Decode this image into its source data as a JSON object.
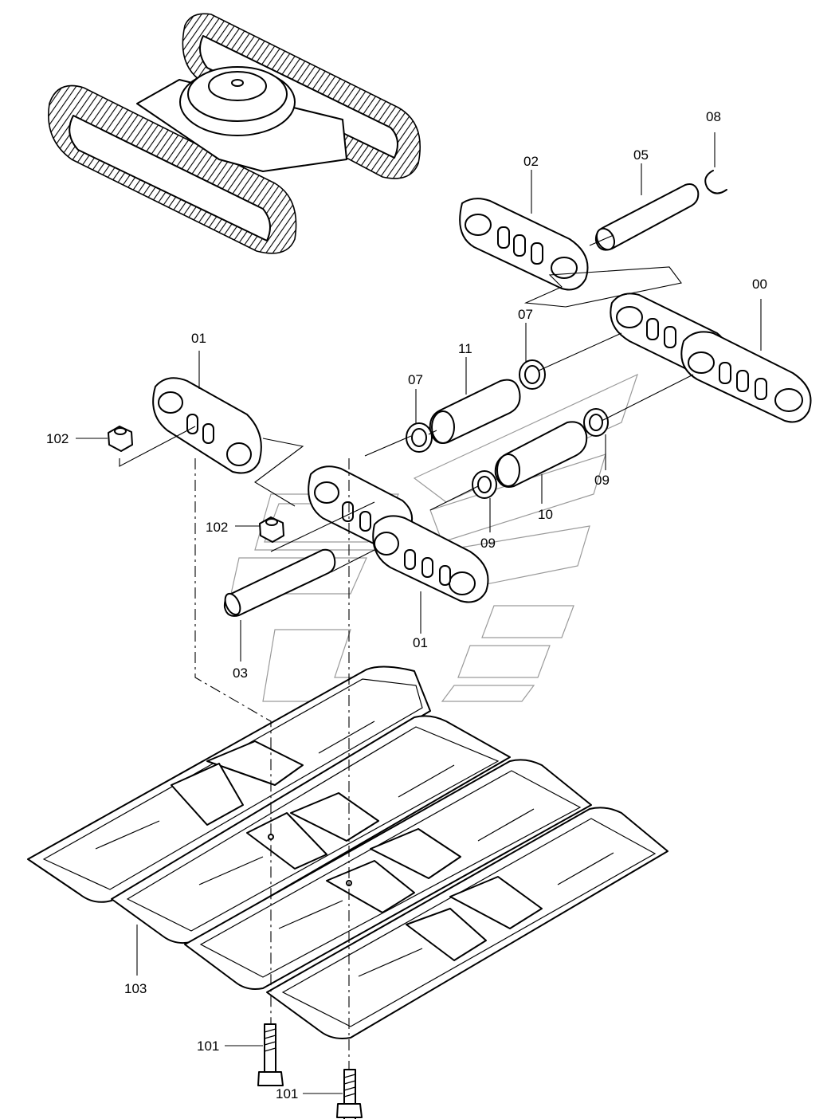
{
  "diagram": {
    "callouts": [
      {
        "id": "c08",
        "text": "08"
      },
      {
        "id": "c02",
        "text": "02"
      },
      {
        "id": "c05",
        "text": "05"
      },
      {
        "id": "c00",
        "text": "00"
      },
      {
        "id": "c07a",
        "text": "07"
      },
      {
        "id": "c01a",
        "text": "01"
      },
      {
        "id": "c11",
        "text": "11"
      },
      {
        "id": "c07b",
        "text": "07"
      },
      {
        "id": "c102a",
        "text": "102"
      },
      {
        "id": "c09a",
        "text": "09"
      },
      {
        "id": "c10",
        "text": "10"
      },
      {
        "id": "c102b",
        "text": "102"
      },
      {
        "id": "c09b",
        "text": "09"
      },
      {
        "id": "c01b",
        "text": "01"
      },
      {
        "id": "c03",
        "text": "03"
      },
      {
        "id": "c103",
        "text": "103"
      },
      {
        "id": "c101a",
        "text": "101"
      },
      {
        "id": "c101b",
        "text": "101"
      }
    ]
  }
}
